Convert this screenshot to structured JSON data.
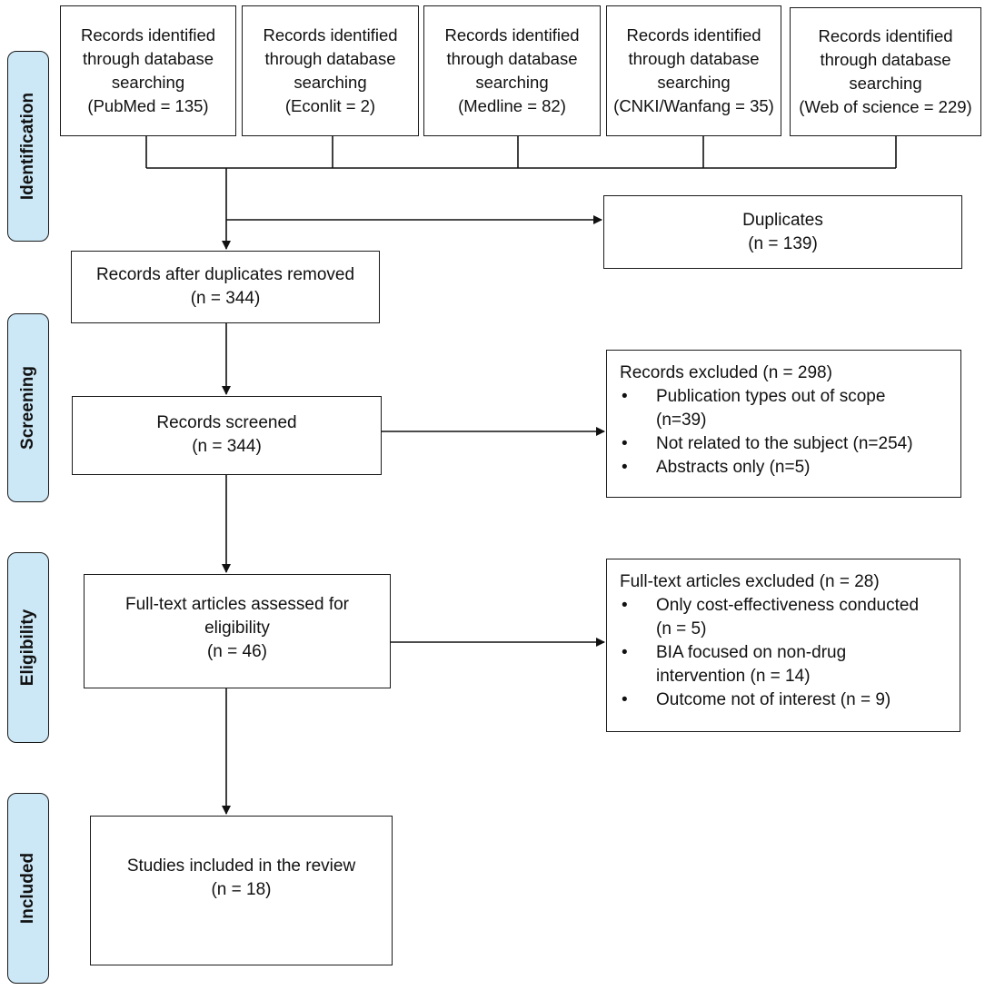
{
  "stages": [
    "Identification",
    "Screening",
    "Eligibility",
    "Included"
  ],
  "sources": [
    {
      "line1": "Records identified",
      "line2": "through database",
      "line3": "searching",
      "line4": "(PubMed = 135)"
    },
    {
      "line1": "Records identified",
      "line2": "through database",
      "line3": "searching",
      "line4": "(Econlit = 2)"
    },
    {
      "line1": "Records identified",
      "line2": "through database",
      "line3": "searching",
      "line4": "(Medline = 82)"
    },
    {
      "line1": "Records identified",
      "line2": "through database",
      "line3": "searching",
      "line4": "(CNKI/Wanfang = 35)"
    },
    {
      "line1": "Records identified",
      "line2": "through database",
      "line3": "searching",
      "line4": "(Web of science = 229)"
    }
  ],
  "duplicates": {
    "title": "Duplicates",
    "count": "(n = 139)"
  },
  "after_duplicates": {
    "title": "Records after duplicates removed",
    "count": "(n = 344)"
  },
  "screened": {
    "title": "Records screened",
    "count": "(n = 344)"
  },
  "records_excluded": {
    "title": "Records excluded (n = 298)",
    "items": [
      "Publication types out of scope (n=39)",
      "Not related to the subject (n=254)",
      "Abstracts only (n=5)"
    ],
    "item1a": "Publication types out of scope",
    "item1b": "(n=39)"
  },
  "fulltext_assessed": {
    "line1": "Full-text articles assessed for",
    "line2": "eligibility",
    "count": "(n = 46)"
  },
  "fulltext_excluded": {
    "title": "Full-text articles excluded (n = 28)",
    "item1a": "Only cost-effectiveness conducted",
    "item1b": "(n = 5)",
    "item2a": "BIA focused on non-drug",
    "item2b": "intervention (n = 14)",
    "item3": "Outcome not of interest (n = 9)"
  },
  "included": {
    "title": "Studies included in the review",
    "count": "(n = 18)"
  }
}
